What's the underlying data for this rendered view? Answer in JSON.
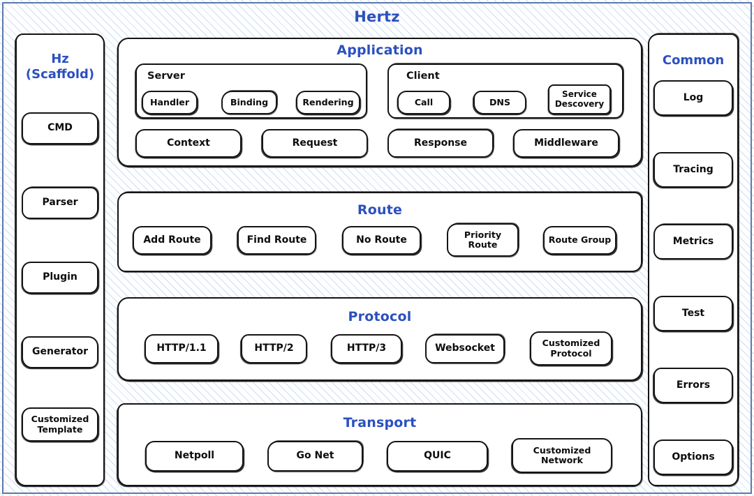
{
  "diagram": {
    "title": "Hertz",
    "accent_color": "#2b50bf",
    "stroke_color": "#141414",
    "frame_color": "#5b79ad"
  },
  "scaffold": {
    "title": "Hz\n(Scaffold)",
    "items": [
      {
        "label": "CMD"
      },
      {
        "label": "Parser"
      },
      {
        "label": "Plugin"
      },
      {
        "label": "Generator"
      },
      {
        "label": "Customized\nTemplate"
      }
    ]
  },
  "common": {
    "title": "Common",
    "items": [
      {
        "label": "Log"
      },
      {
        "label": "Tracing"
      },
      {
        "label": "Metrics"
      },
      {
        "label": "Test"
      },
      {
        "label": "Errors"
      },
      {
        "label": "Options"
      }
    ]
  },
  "layers": {
    "application": {
      "title": "Application",
      "server": {
        "label": "Server",
        "items": [
          {
            "label": "Handler"
          },
          {
            "label": "Binding"
          },
          {
            "label": "Rendering"
          }
        ]
      },
      "client": {
        "label": "Client",
        "items": [
          {
            "label": "Call"
          },
          {
            "label": "DNS"
          },
          {
            "label": "Service\nDescovery"
          }
        ]
      },
      "items": [
        {
          "label": "Context"
        },
        {
          "label": "Request"
        },
        {
          "label": "Response"
        },
        {
          "label": "Middleware"
        }
      ]
    },
    "route": {
      "title": "Route",
      "items": [
        {
          "label": "Add Route"
        },
        {
          "label": "Find Route"
        },
        {
          "label": "No Route"
        },
        {
          "label": "Priority\nRoute"
        },
        {
          "label": "Route Group"
        }
      ]
    },
    "protocol": {
      "title": "Protocol",
      "items": [
        {
          "label": "HTTP/1.1"
        },
        {
          "label": "HTTP/2"
        },
        {
          "label": "HTTP/3"
        },
        {
          "label": "Websocket"
        },
        {
          "label": "Customized\nProtocol"
        }
      ]
    },
    "transport": {
      "title": "Transport",
      "items": [
        {
          "label": "Netpoll"
        },
        {
          "label": "Go Net"
        },
        {
          "label": "QUIC"
        },
        {
          "label": "Customized\nNetwork"
        }
      ]
    }
  }
}
